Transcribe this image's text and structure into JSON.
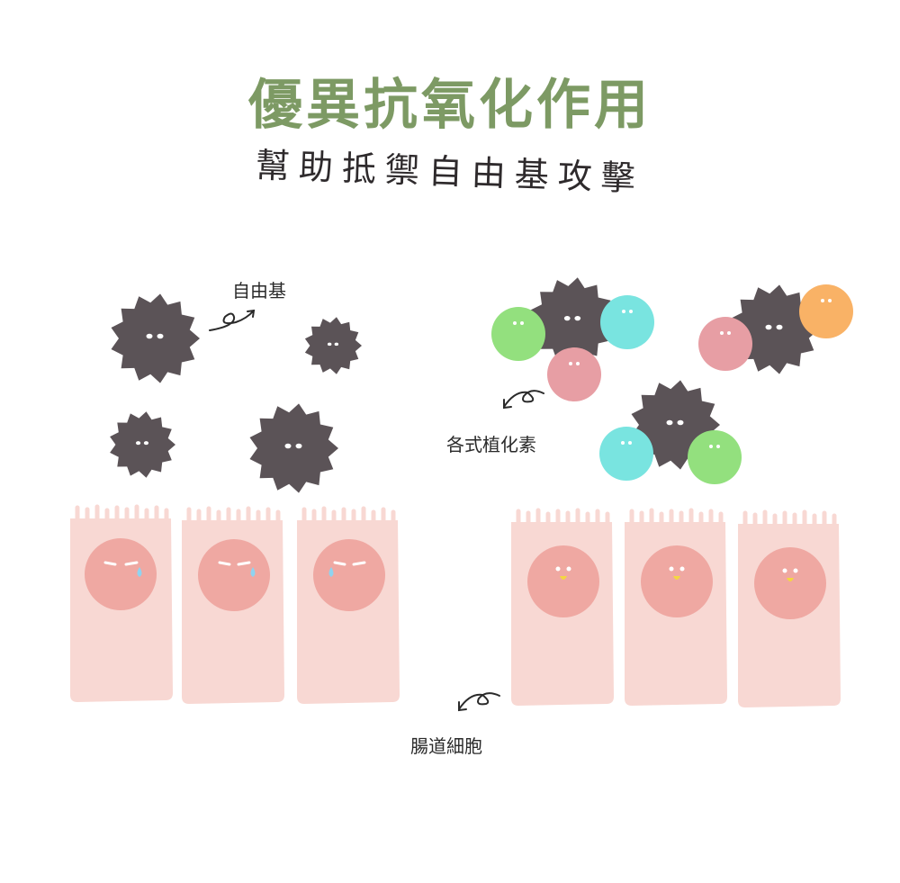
{
  "title": "優異抗氧化作用",
  "subtitle": "幫助抵禦自由基攻擊",
  "labels": {
    "free_radicals": "自由基",
    "phytochemicals": "各式植化素",
    "intestinal_cells": "腸道細胞"
  },
  "colors": {
    "title": "#7d9a64",
    "radical": "#5b5357",
    "cell": "#f8d8d3",
    "nucleus": "#efa8a2",
    "green": "#93e07e",
    "cyan": "#79e4e0",
    "pink": "#e79ea4",
    "orange": "#f9b266"
  }
}
